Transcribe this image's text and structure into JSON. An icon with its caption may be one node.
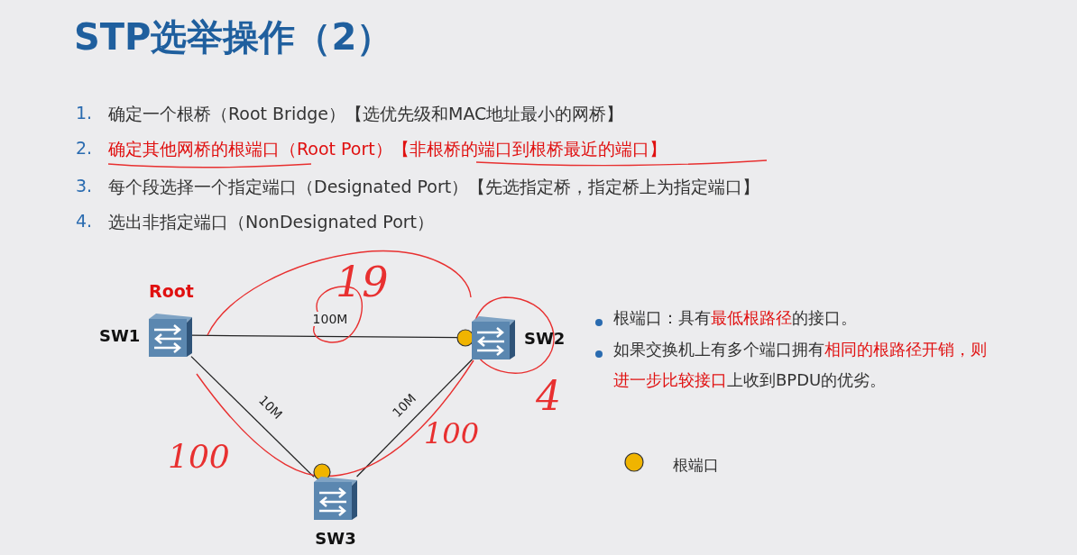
{
  "diagram": {
    "title": "STP选举操作（2）",
    "nodes": [
      {
        "text": [
          "SW1"
        ],
        "beside": [
          "Root"
        ]
      },
      {
        "text": [
          "SW2"
        ]
      },
      {
        "text": [
          "SW3"
        ]
      }
    ],
    "edges": [
      {
        "from": 0,
        "to": 1,
        "arrow": "none",
        "label": "100M"
      },
      {
        "from": 0,
        "to": 2,
        "arrow": "none",
        "label": "10M"
      },
      {
        "from": 2,
        "to": 1,
        "arrow": "none",
        "label": "10M"
      }
    ],
    "labels": [
      "1.",
      "确定一个根桥（Root Bridge）【选优先级和MAC地址最小的网桥】",
      "2.",
      "确定其他网桥的根端口（Root Port）【非根桥的端口到根桥最近的端口】",
      "3.",
      "每个段选择一个指定端口（Designated Port）【先选指定桥，指定桥上为指定端口】",
      "4.",
      "选出非指定端口（NonDesignated Port）",
      "根端口：具有**最低根路径**的接口。",
      "如果交换机上有多个端口拥有**相同的根路径开销，则进一步比较接口**上收到BPDU的优劣。",
      "19",
      "4",
      "100",
      "100"
    ],
    "legend": [
      {
        "text": "根端口",
        "color": "#f0b400"
      }
    ]
  }
}
